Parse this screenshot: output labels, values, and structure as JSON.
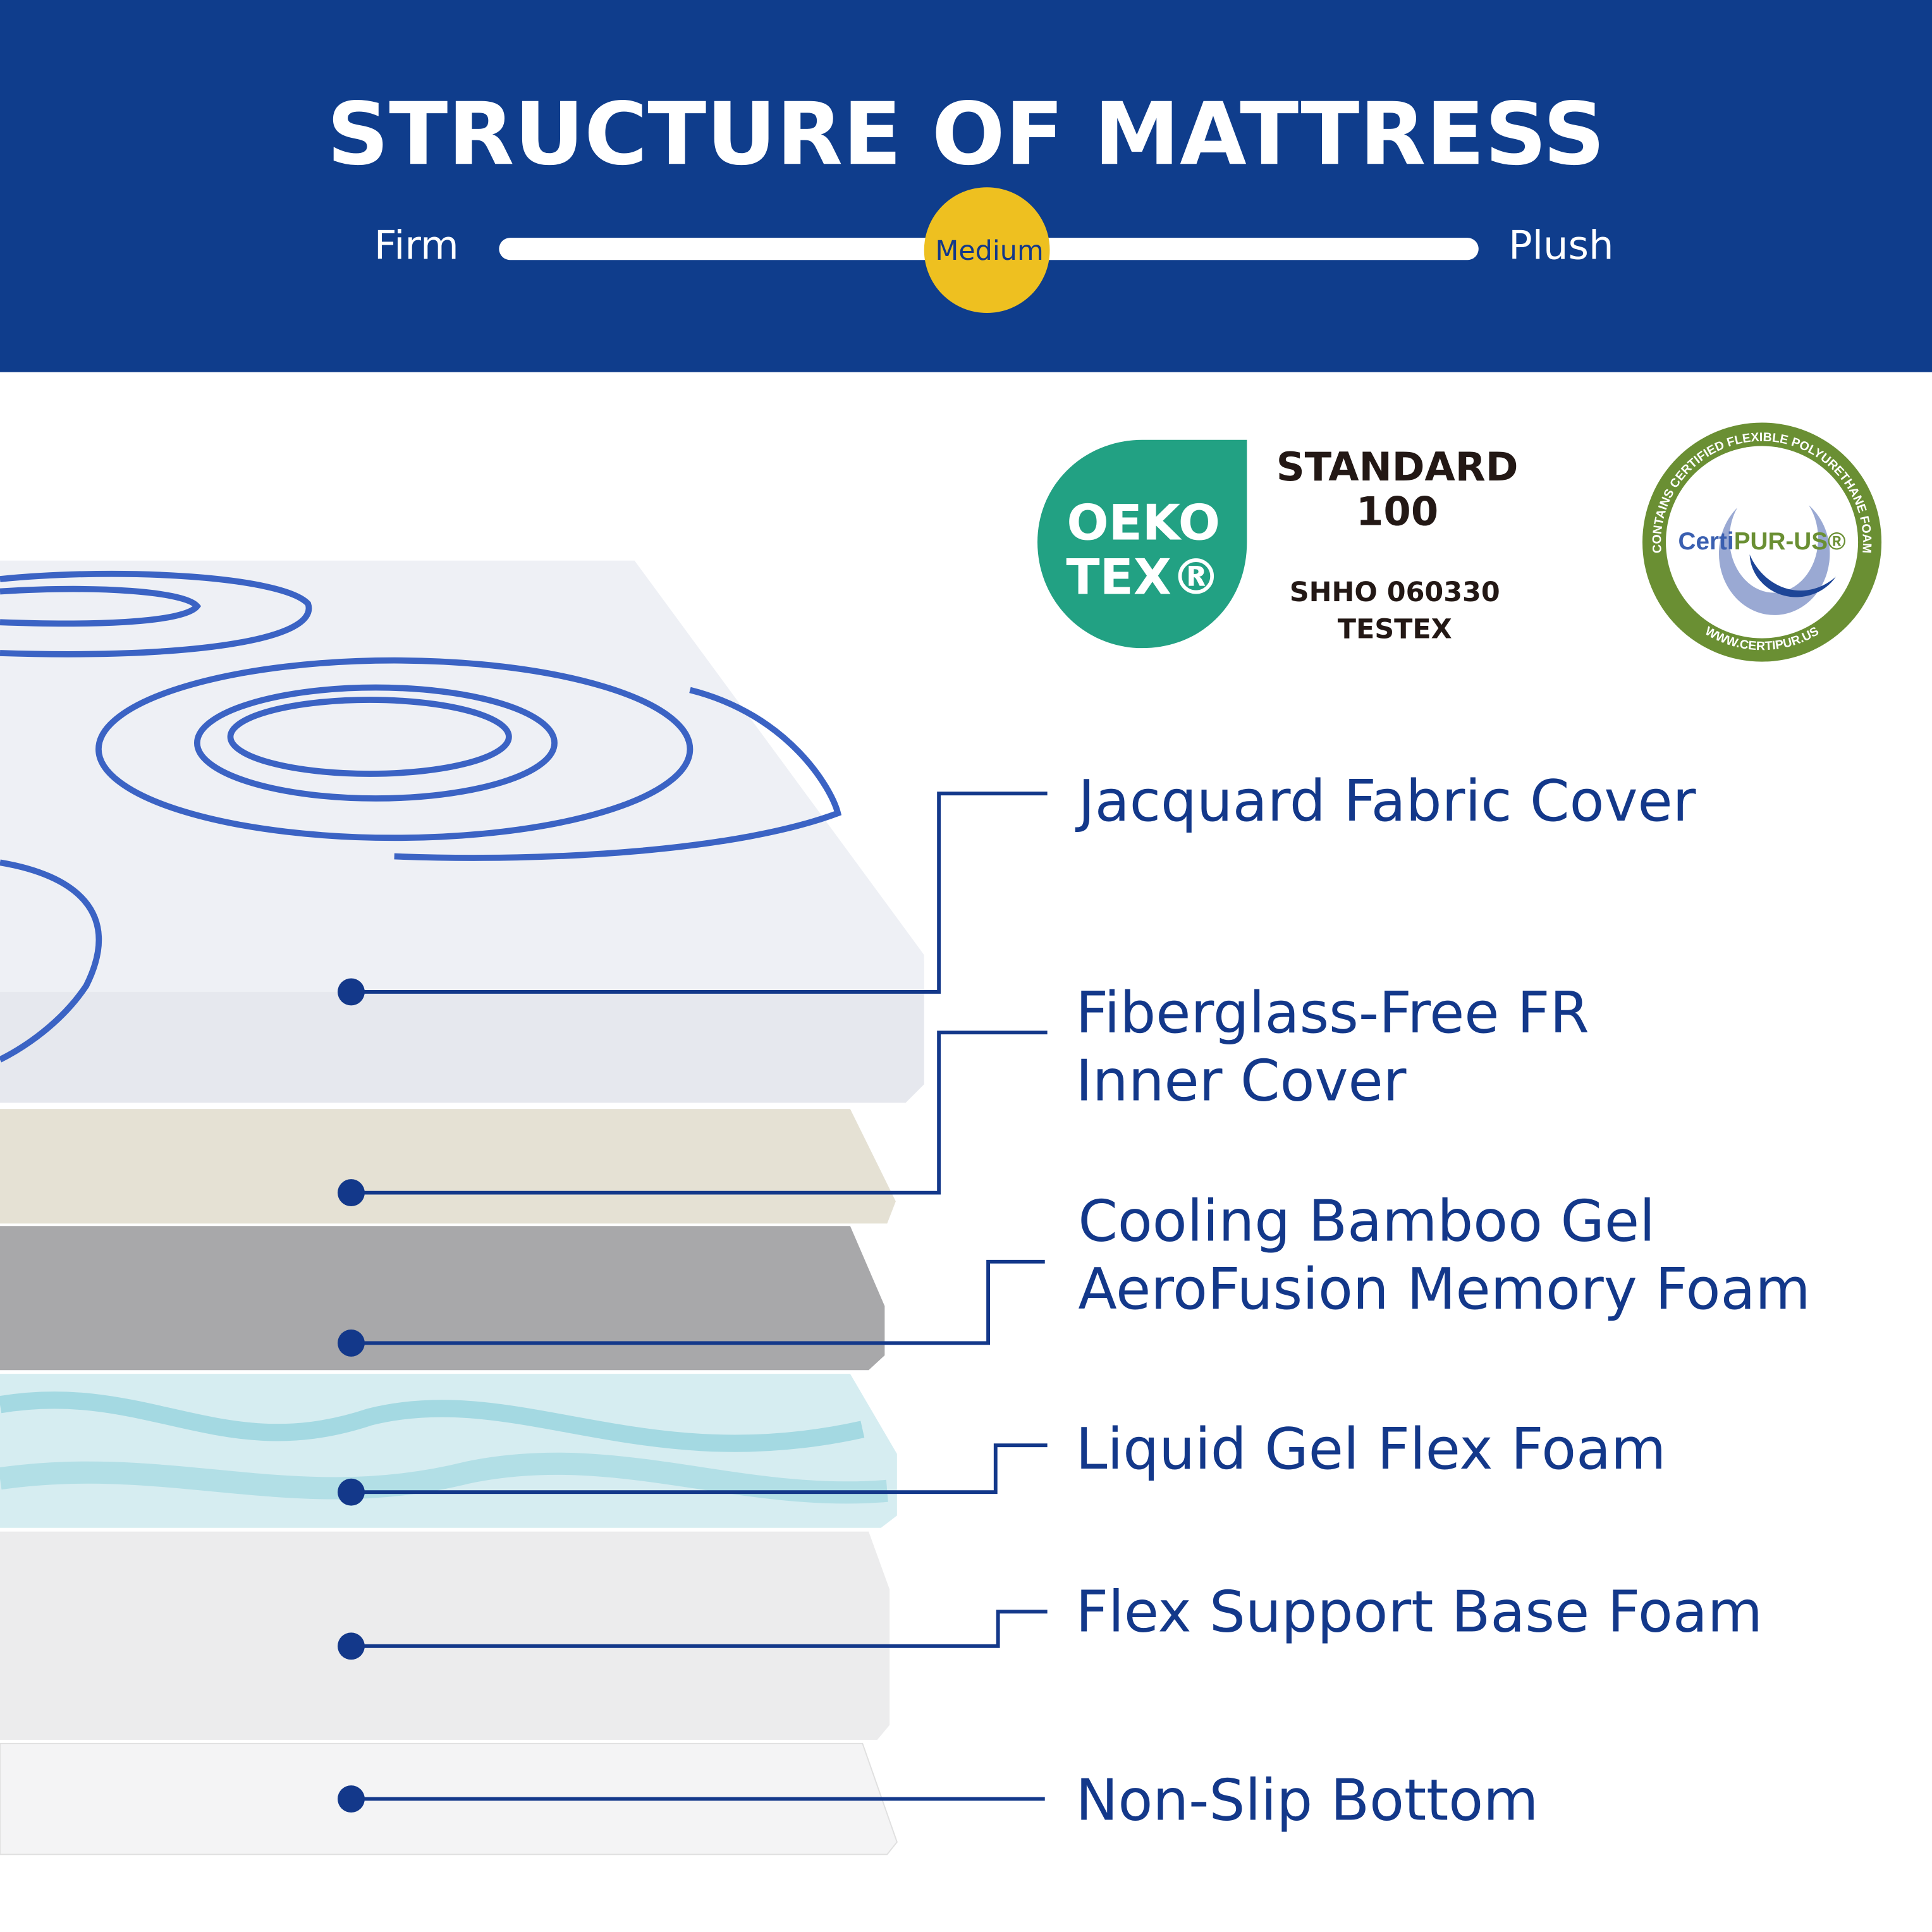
{
  "header": {
    "title": "STRUCTURE OF MATTRESS",
    "scale": {
      "left_label": "Firm",
      "right_label": "Plush",
      "marker_label": "Medium",
      "position_percent": 50
    },
    "background_color": "#0f3d8c",
    "marker_color": "#eec020"
  },
  "certifications": {
    "oeko_tex": {
      "logo_line1": "OEKO",
      "logo_line2": "TEX®",
      "standard": "STANDARD",
      "number": "100",
      "code": "SHHO 060330",
      "institute": "TESTEX",
      "color": "#22a183"
    },
    "certipur": {
      "name_part1": "Certi",
      "name_part2": "PUR-US®",
      "ring_text_top": "CONTAINS CERTIFIED FLEXIBLE POLYURETHANE FOAM",
      "ring_text_bottom": "WWW.CERTIPUR.US",
      "color": "#6a8f33"
    }
  },
  "layers": [
    {
      "lines": [
        "Jacquard Fabric Cover"
      ]
    },
    {
      "lines": [
        "Fiberglass-Free FR",
        "Inner Cover"
      ]
    },
    {
      "lines": [
        "Cooling Bamboo Gel",
        "AeroFusion Memory Foam"
      ]
    },
    {
      "lines": [
        "Liquid Gel Flex Foam"
      ]
    },
    {
      "lines": [
        "Flex Support Base Foam"
      ]
    },
    {
      "lines": [
        "Non-Slip Bottom"
      ]
    }
  ],
  "label_color": "#13388a"
}
